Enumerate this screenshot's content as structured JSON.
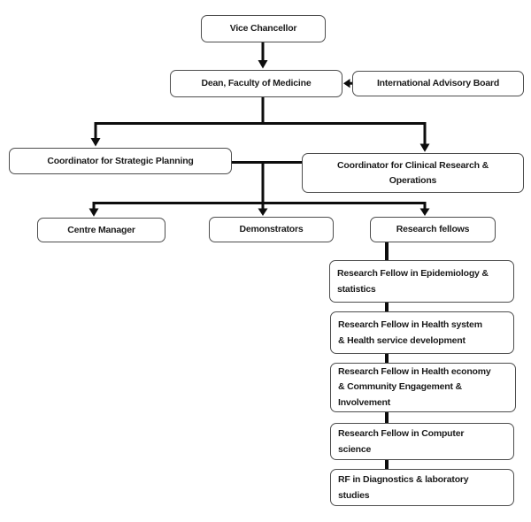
{
  "chart_type": "organizational-chart",
  "colors": {
    "background": "#ffffff",
    "box_fill": "#ffffff",
    "box_border": "#4d4d4d",
    "connector": "#0d0d0d",
    "text": "#1b1b1b"
  },
  "nodes": {
    "vice_chancellor": {
      "label": "Vice Chancellor"
    },
    "dean": {
      "label": "Dean, Faculty of Medicine"
    },
    "advisory_board": {
      "label": "International Advisory Board"
    },
    "coordinator_strategic": {
      "label": "Coordinator for Strategic Planning"
    },
    "coordinator_clinical": {
      "label": "Coordinator for Clinical Research &\nOperations"
    },
    "centre_manager": {
      "label": "Centre Manager"
    },
    "demonstrators": {
      "label": "Demonstrators"
    },
    "research_fellows": {
      "label": "Research fellows"
    },
    "rf_epidemiology": {
      "label": "Research Fellow in Epidemiology &\nstatistics"
    },
    "rf_health_system": {
      "label": "Research Fellow in Health system\n& Health service development"
    },
    "rf_health_economy": {
      "label": "Research Fellow in Health economy\n& Community Engagement &\nInvolvement"
    },
    "rf_computer_science": {
      "label": "Research Fellow in Computer\nscience"
    },
    "rf_diagnostics": {
      "label": "RF in Diagnostics & laboratory\nstudies"
    }
  },
  "edges": [
    {
      "from": "vice_chancellor",
      "to": "dean",
      "style": "arrow"
    },
    {
      "from": "advisory_board",
      "to": "dean",
      "style": "arrow"
    },
    {
      "from": "dean",
      "to": "coordinator_strategic",
      "style": "arrow"
    },
    {
      "from": "dean",
      "to": "coordinator_clinical",
      "style": "arrow"
    },
    {
      "from": "coordinator_strategic",
      "to": "coordinator_clinical",
      "style": "line"
    },
    {
      "from": "coordinators_link",
      "to": "centre_manager",
      "style": "arrow"
    },
    {
      "from": "coordinators_link",
      "to": "demonstrators",
      "style": "arrow"
    },
    {
      "from": "coordinators_link",
      "to": "research_fellows",
      "style": "arrow"
    },
    {
      "from": "research_fellows",
      "to": "rf_epidemiology",
      "style": "line"
    },
    {
      "from": "rf_epidemiology",
      "to": "rf_health_system",
      "style": "line"
    },
    {
      "from": "rf_health_system",
      "to": "rf_health_economy",
      "style": "line"
    },
    {
      "from": "rf_health_economy",
      "to": "rf_computer_science",
      "style": "line"
    },
    {
      "from": "rf_computer_science",
      "to": "rf_diagnostics",
      "style": "line"
    }
  ]
}
